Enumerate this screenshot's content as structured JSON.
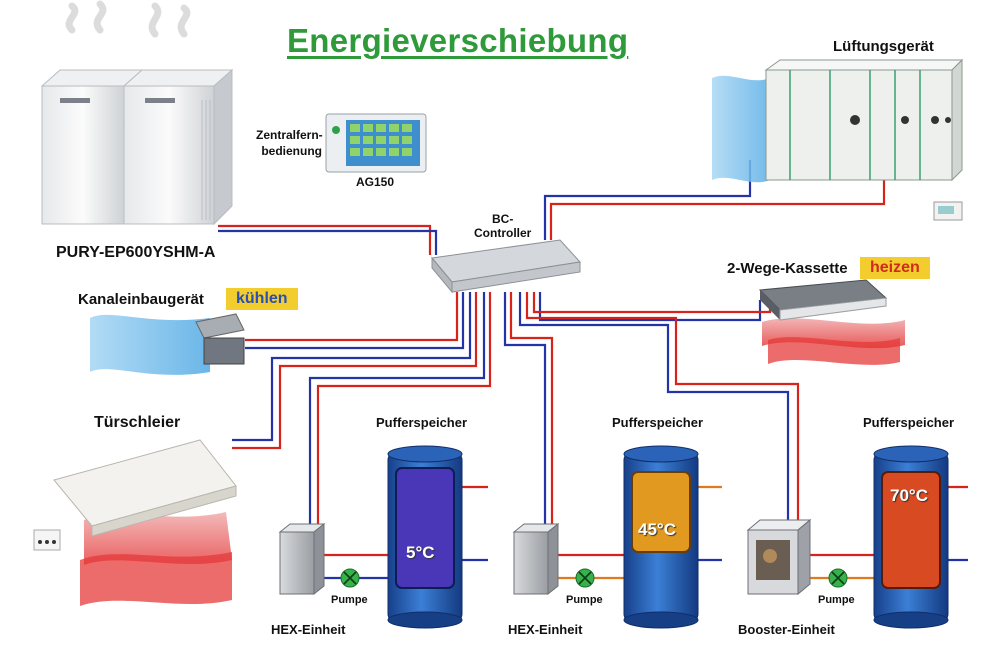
{
  "title": "Energieverschiebung",
  "labels": {
    "outdoor_unit": "PURY-EP600YSHM-A",
    "remote_1": "Zentralfern-",
    "remote_2": "bedienung",
    "remote_model": "AG150",
    "bc_1": "BC-",
    "bc_2": "Controller",
    "ventilation": "Lüftungsgerät",
    "cassette": "2-Wege-Kassette",
    "duct": "Kanaleinbaugerät",
    "air_curtain": "Türschleier",
    "buffer_1": "Pufferspeicher",
    "buffer_2": "Pufferspeicher",
    "buffer_3": "Pufferspeicher",
    "pump_1": "Pumpe",
    "pump_2": "Pumpe",
    "pump_3": "Pumpe",
    "hex_1": "HEX-Einheit",
    "hex_2": "HEX-Einheit",
    "booster": "Booster-Einheit"
  },
  "badges": {
    "cool": "kühlen",
    "heat": "heizen"
  },
  "tanks": {
    "t1": "5°C",
    "t2": "45°C",
    "t3": "70°C"
  },
  "colors": {
    "title": "#2e9a3a",
    "pipe_red": "#d8231b",
    "pipe_blue": "#2334a8",
    "pipe_orange": "#e07a1f",
    "badge": "#f2cd2d",
    "tank_blue": "#1f5fb0",
    "tank_cold": "#4a37b8",
    "tank_warm": "#e19a1f",
    "tank_hot": "#d84a22"
  }
}
